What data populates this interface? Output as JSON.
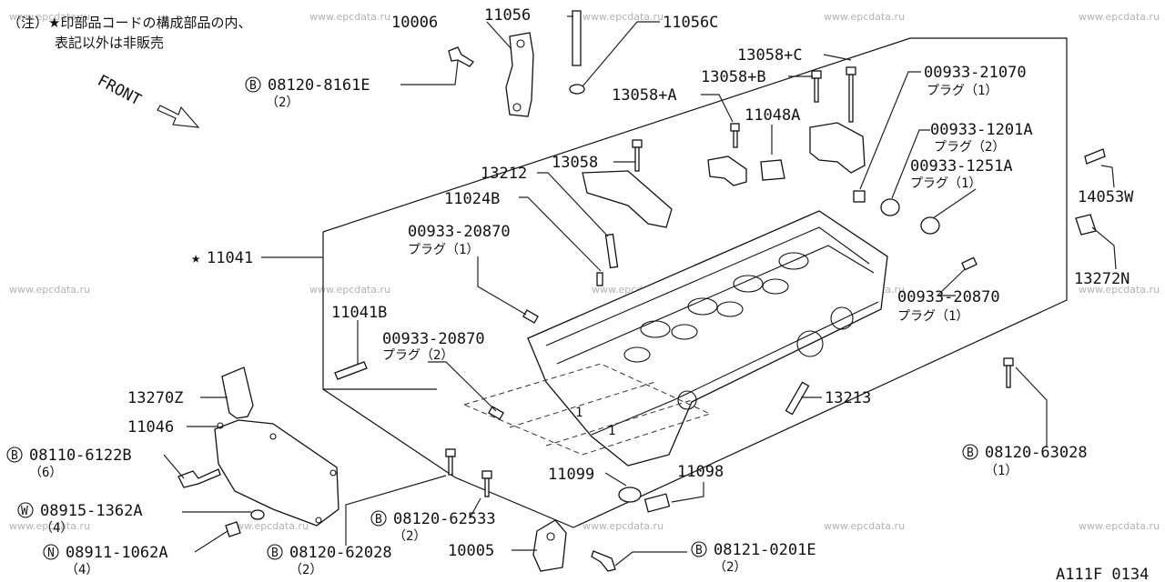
{
  "note": {
    "line1": "（注）★印部品コードの構成部品の内、",
    "line2": "表記以外は非販売"
  },
  "front_label": "FRONT",
  "watermark": "www.epcdata.ru",
  "diagram_code": "A111F 0134",
  "callouts": [
    {
      "id": "c-10006",
      "text": "10006"
    },
    {
      "id": "c-11056",
      "text": "11056"
    },
    {
      "id": "c-11056c",
      "text": "11056C"
    },
    {
      "id": "c-08120-8161e",
      "prefix": "B",
      "text": "08120-8161E",
      "qty": "（2）"
    },
    {
      "id": "c-13058c",
      "text": "13058+C"
    },
    {
      "id": "c-13058b",
      "text": "13058+B"
    },
    {
      "id": "c-13058a",
      "text": "13058+A"
    },
    {
      "id": "c-11048a",
      "text": "11048A"
    },
    {
      "id": "c-13058",
      "text": "13058"
    },
    {
      "id": "c-00933-21070",
      "text": "00933-21070",
      "desc": "プラグ（1）"
    },
    {
      "id": "c-00933-1201a",
      "text": "00933-1201A",
      "desc": "プラグ（2）"
    },
    {
      "id": "c-00933-1251a",
      "text": "00933-1251A",
      "desc": "プラグ（1）"
    },
    {
      "id": "c-14053w",
      "text": "14053W"
    },
    {
      "id": "c-13272n",
      "text": "13272N"
    },
    {
      "id": "c-13212",
      "text": "13212"
    },
    {
      "id": "c-11024b",
      "text": "11024B"
    },
    {
      "id": "c-00933-20870-top",
      "text": "00933-20870",
      "desc": "プラグ（1）"
    },
    {
      "id": "c-11041",
      "star": "★",
      "text": "11041"
    },
    {
      "id": "c-00933-20870-right",
      "text": "00933-20870",
      "desc": "プラグ（1）"
    },
    {
      "id": "c-11041b",
      "text": "11041B"
    },
    {
      "id": "c-00933-20870-left",
      "text": "00933-20870",
      "desc": "プラグ（2）"
    },
    {
      "id": "c-13270z",
      "text": "13270Z"
    },
    {
      "id": "c-13213",
      "text": "13213"
    },
    {
      "id": "c-11046",
      "text": "11046"
    },
    {
      "id": "c-08110-6122b",
      "prefix": "B",
      "text": "08110-6122B",
      "qty": "（6）"
    },
    {
      "id": "c-08120-63028",
      "prefix": "B",
      "text": "08120-63028",
      "qty": "（1）"
    },
    {
      "id": "c-11099",
      "text": "11099"
    },
    {
      "id": "c-11098",
      "text": "11098"
    },
    {
      "id": "c-08915-1362a",
      "prefix": "W",
      "text": "08915-1362A",
      "qty": "（4）"
    },
    {
      "id": "c-08120-62533",
      "prefix": "B",
      "text": "08120-62533",
      "qty": "（2）"
    },
    {
      "id": "c-10005",
      "text": "10005"
    },
    {
      "id": "c-08121-0201e",
      "prefix": "B",
      "text": "08121-0201E",
      "qty": "（2）"
    },
    {
      "id": "c-08911-1062a",
      "prefix": "N",
      "text": "08911-1062A",
      "qty": "（4）"
    },
    {
      "id": "c-08120-62028",
      "prefix": "B",
      "text": "08120-62028",
      "qty": "（2）"
    }
  ]
}
